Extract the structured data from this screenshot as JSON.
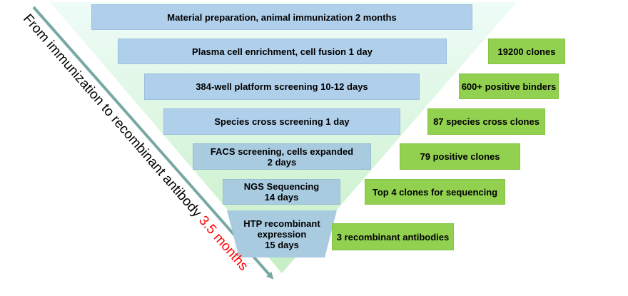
{
  "colors": {
    "funnel_top": "#effcf8",
    "funnel_bottom": "#c6efc4",
    "stage_fill": "#b0cfea",
    "result_fill": "#92d050",
    "arrow": "#78a8a4",
    "duration_text": "#ff0000"
  },
  "stages": [
    {
      "label": "Material preparation, animal immunization 2 months"
    },
    {
      "label": "Plasma cell enrichment, cell fusion 1 day"
    },
    {
      "label": "384-well platform screening 10-12 days"
    },
    {
      "label": "Species cross screening 1 day"
    },
    {
      "label": "FACS screening, cells expanded\n2 days"
    },
    {
      "label": "NGS Sequencing\n14 days"
    },
    {
      "label": "HTP recombinant\nexpression\n15 days"
    }
  ],
  "results": [
    {
      "label": "19200 clones"
    },
    {
      "label": "600+ positive binders"
    },
    {
      "label": "87 species cross clones"
    },
    {
      "label": "79 positive clones"
    },
    {
      "label": "Top 4 clones for sequencing"
    },
    {
      "label": "3 recombinant antibodies"
    }
  ],
  "timeline": {
    "text": "From immunization to recombinant antibody ",
    "duration": "3.5 months",
    "arrow_icon": "arrow-down-right-icon"
  }
}
